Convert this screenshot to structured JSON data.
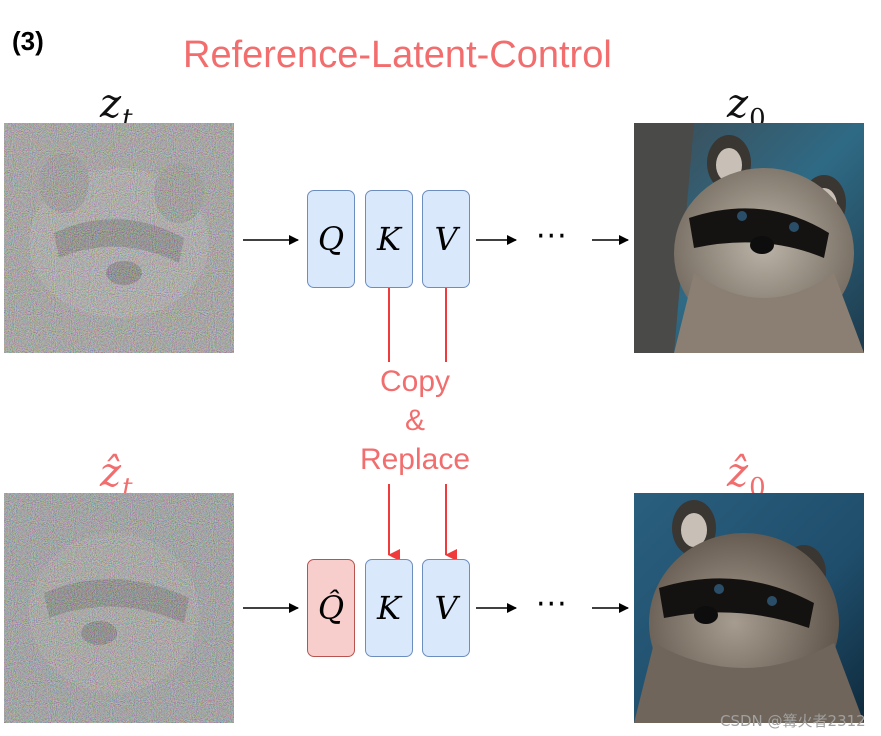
{
  "panel_label": "(3)",
  "title": "Reference-Latent-Control",
  "top_row": {
    "input_label": {
      "base": "z",
      "sub": "t"
    },
    "output_label": {
      "base": "z",
      "sub": "0"
    },
    "boxes": [
      "Q",
      "K",
      "V"
    ],
    "dots": "···"
  },
  "bottom_row": {
    "input_label": {
      "base": "ẑ",
      "sub": "t"
    },
    "output_label": {
      "base": "ẑ",
      "sub": "0"
    },
    "boxes": [
      "Q̂",
      "K",
      "V"
    ],
    "dots": "···"
  },
  "copy_replace": {
    "line1": "Copy",
    "line2": "&",
    "line3": "Replace"
  },
  "watermark": "CSDN @篝火者2312",
  "colors": {
    "accent_red": "#f26d6d",
    "arrow_red": "#ef3b3b",
    "box_blue_fill": "#dae8fc",
    "box_blue_stroke": "#6c8ebf",
    "box_red_fill": "#f8cecc",
    "box_red_stroke": "#b85450"
  }
}
